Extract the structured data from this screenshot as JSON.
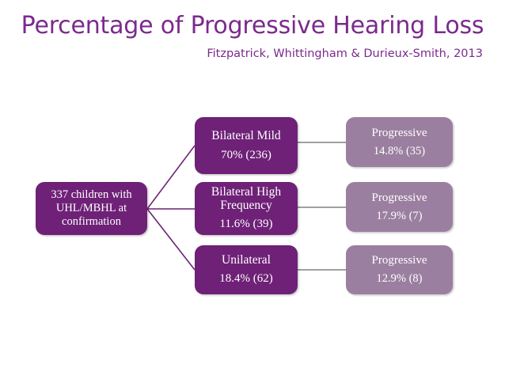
{
  "header": {
    "title": "Percentage of Progressive Hearing Loss",
    "subtitle": "Fitzpatrick, Whittingham & Durieux-Smith, 2013",
    "title_color": "#7B2A8C"
  },
  "colors": {
    "dark_purple": "#6E2177",
    "light_mauve": "#9B7FA0",
    "connector_purple": "#6E2177",
    "connector_gray": "#808080",
    "background": "#FFFFFF"
  },
  "diagram": {
    "root": {
      "line1": "337 children with",
      "line2": "UHL/MBHL at",
      "line3": "confirmation"
    },
    "categories": [
      {
        "line1": "Bilateral Mild",
        "line2": "",
        "line3": "70% (236)"
      },
      {
        "line1": "Bilateral High",
        "line2": "Frequency",
        "line3": "11.6% (39)"
      },
      {
        "line1": "Unilateral",
        "line2": "",
        "line3": "18.4% (62)"
      }
    ],
    "outcomes": [
      {
        "line1": "Progressive",
        "line2": "",
        "line3": "14.8% (35)"
      },
      {
        "line1": "Progressive",
        "line2": "",
        "line3": "17.9% (7)"
      },
      {
        "line1": "Progressive",
        "line2": "",
        "line3": "12.9% (8)"
      }
    ]
  }
}
